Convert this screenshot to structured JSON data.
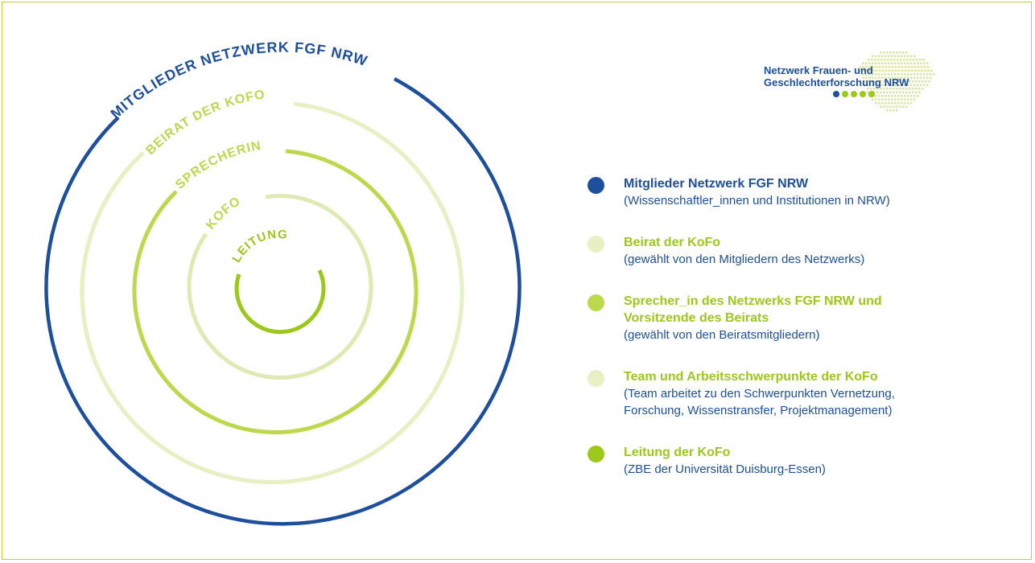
{
  "colors": {
    "dark_blue": "#1d4f9c",
    "pale_green": "#e6f0c2",
    "mid_green": "#bcd84d",
    "light_green_ring": "#ddebb3",
    "lime": "#9cc81a",
    "border": "#b7d334"
  },
  "rings": [
    {
      "id": "mitglieder",
      "label": "MITGLIEDER NETZWERK FGF NRW",
      "color": "#1d4f9c"
    },
    {
      "id": "beirat",
      "label": "BEIRAT DER KOFO",
      "color": "#e6f0c2"
    },
    {
      "id": "sprecherin",
      "label": "SPRECHERIN",
      "color": "#bcd84d"
    },
    {
      "id": "kofo",
      "label": "KOFO",
      "color": "#ddebb3"
    },
    {
      "id": "leitung",
      "label": "LEITUNG",
      "color": "#9cc81a"
    }
  ],
  "logo": {
    "line1": "Netzwerk Frauen- und",
    "line2": "Geschlechterforschung",
    "line2_suffix": "NRW"
  },
  "legend": [
    {
      "title": "Mitglieder Netzwerk FGF NRW",
      "lines": [
        "(Wissenschaftler_innen und Institutionen in NRW)"
      ],
      "color": "#1d4f9c",
      "title_color": "#1d4f9c"
    },
    {
      "title": "Beirat der KoFo",
      "lines": [
        "(gewählt von den Mitgliedern des Netzwerks)"
      ],
      "color": "#e6f0c2",
      "title_color": "#9cc81a"
    },
    {
      "title": "Sprecher_in des Netzwerks FGF NRW und",
      "title2": "Vorsitzende des Beirats",
      "lines": [
        "(gewählt von den Beiratsmitgliedern)"
      ],
      "color": "#bcd84d",
      "title_color": "#9cc81a"
    },
    {
      "title": "Team und Arbeitsschwerpunkte der KoFo",
      "lines": [
        "(Team arbeitet zu den Schwerpunkten Vernetzung,",
        "Forschung, Wissenstransfer, Projektmanagement)"
      ],
      "color": "#e6f0c2",
      "title_color": "#9cc81a"
    },
    {
      "title": "Leitung der KoFo",
      "lines": [
        "(ZBE der Universität Duisburg-Essen)"
      ],
      "color": "#9cc81a",
      "title_color": "#9cc81a"
    }
  ]
}
